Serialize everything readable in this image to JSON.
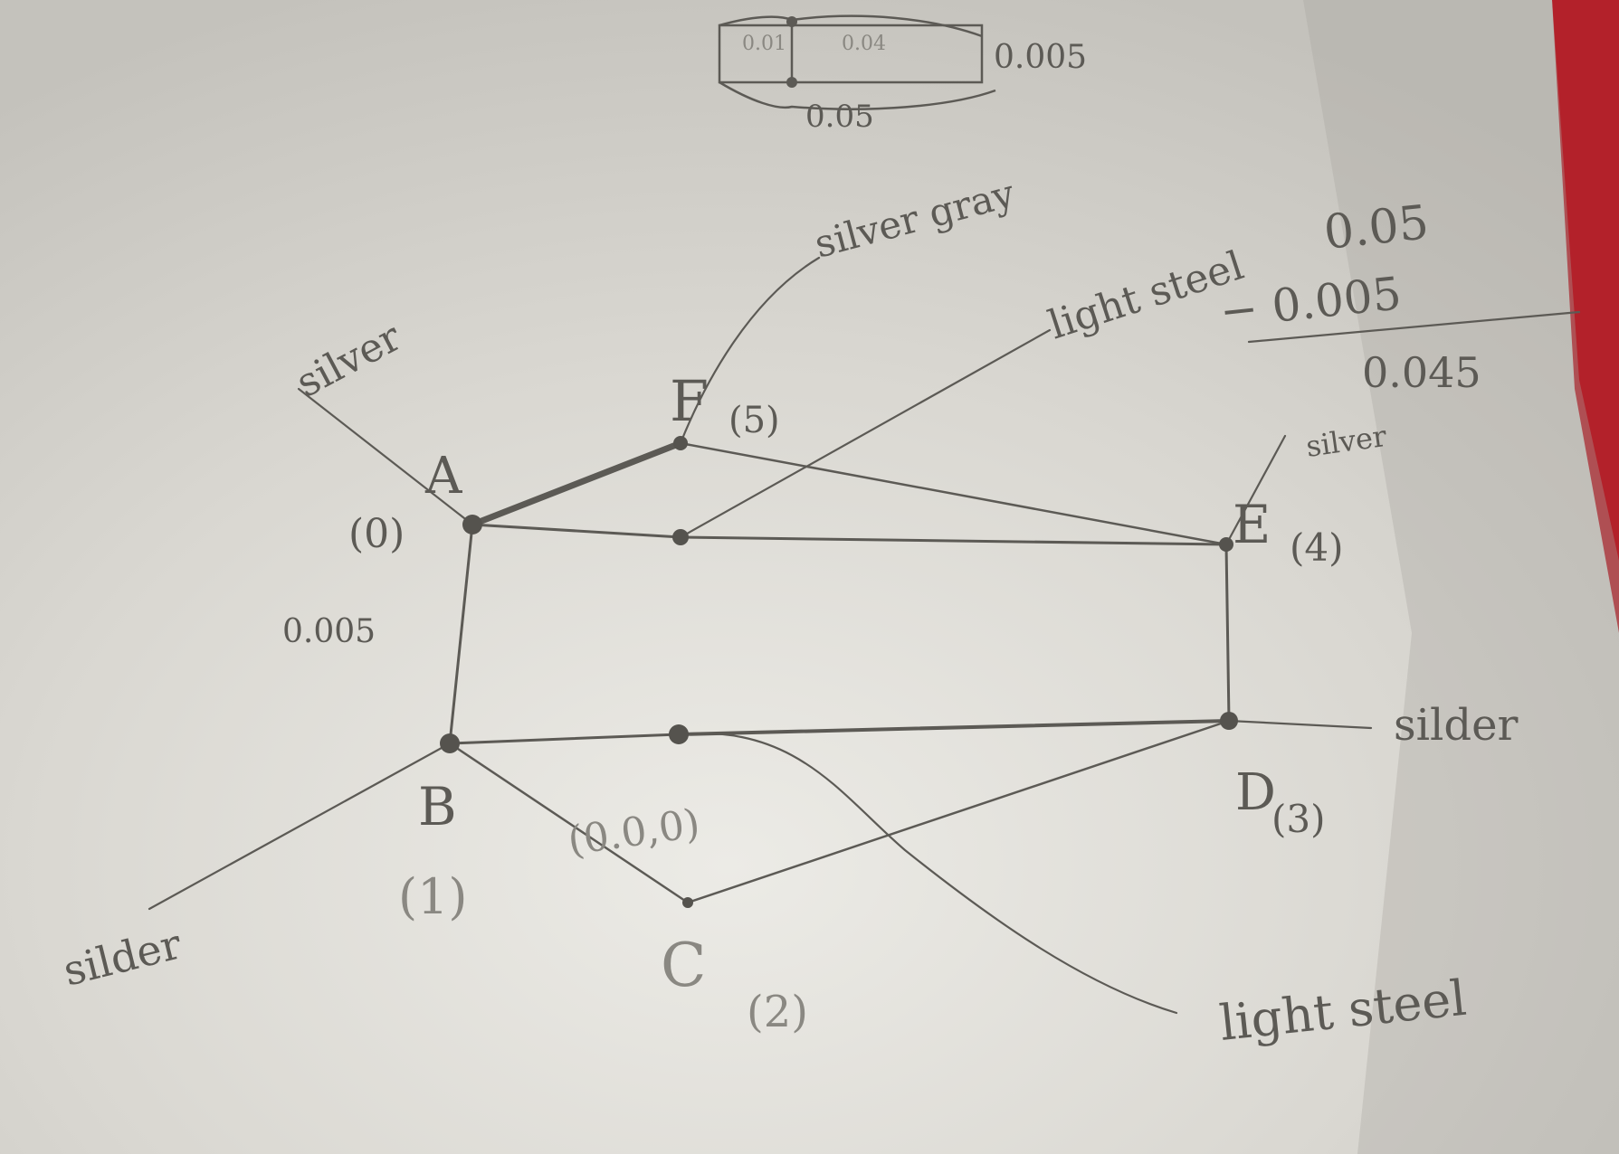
{
  "colors": {
    "paper": "#d9d7d1",
    "paper_light": "#ecebe6",
    "pencil": "#5c5a55",
    "pencil_light": "#8a8882",
    "background_red": "#b3212a",
    "shadow": "#7e7c77"
  },
  "inset": {
    "cell_left": "0.01",
    "cell_right": "0.04",
    "height_label": "0.005",
    "width_label": "0.05"
  },
  "nodes": {
    "A": {
      "letter": "A",
      "index": "(0)"
    },
    "B": {
      "letter": "B",
      "index": "(1)"
    },
    "C": {
      "letter": "C",
      "index": "(2)"
    },
    "D": {
      "letter": "D",
      "index": "(3)"
    },
    "E": {
      "letter": "E",
      "index": "(4)"
    },
    "F": {
      "letter": "F",
      "index": "(5)"
    }
  },
  "labels": {
    "silver_A": "silver",
    "silver_gray_F": "silver gray",
    "light_steel_top": "light steel",
    "silver_E": "silver",
    "silder_D": "silder",
    "silder_B": "silder",
    "light_steel_bottom": "light steel",
    "side_dim": "0.005",
    "origin": "(0.0,0)"
  },
  "calc": {
    "line1": "0.05",
    "line2": "− 0.005",
    "result": "0.045"
  }
}
